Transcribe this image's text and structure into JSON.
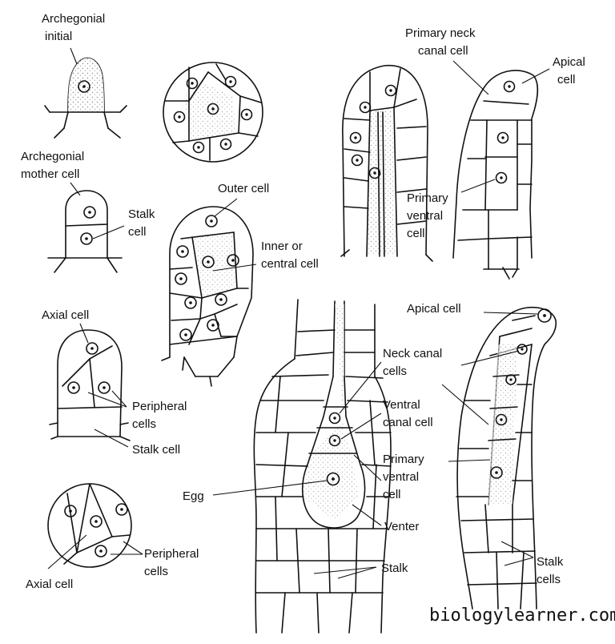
{
  "diagram": {
    "labels": {
      "archegonial_initial": [
        "Archegonial",
        "initial"
      ],
      "archegonial_mother_cell": [
        "Archegonial",
        "mother cell"
      ],
      "stalk_cell_1": [
        "Stalk",
        "cell"
      ],
      "axial_cell_1": "Axial cell",
      "peripheral_cells_1": [
        "Peripheral",
        "cells"
      ],
      "stalk_cell_2": "Stalk cell",
      "peripheral_cells_2": [
        "Peripheral",
        "cells"
      ],
      "axial_cell_2": "Axial cell",
      "outer_cell": "Outer cell",
      "inner_or_central_cell": [
        "Inner or",
        "central cell"
      ],
      "primary_neck_canal_cell": [
        "Primary neck",
        "canal cell"
      ],
      "apical_cell_1": [
        "Apical",
        "cell"
      ],
      "primary_ventral_cell_1": [
        "Primary",
        "ventral",
        "cell"
      ],
      "apical_cell_2": "Apical cell",
      "neck_canal_cells": [
        "Neck canal",
        "cells"
      ],
      "ventral_canal_cell": [
        "Ventral",
        "canal cell"
      ],
      "primary_ventral_cell_2": [
        "Primary",
        "ventral",
        "cell"
      ],
      "egg": "Egg",
      "venter": "Venter",
      "stalk": "Stalk",
      "stalk_cells": [
        "Stalk",
        "cells"
      ]
    },
    "watermark": "biologylearner.com"
  }
}
